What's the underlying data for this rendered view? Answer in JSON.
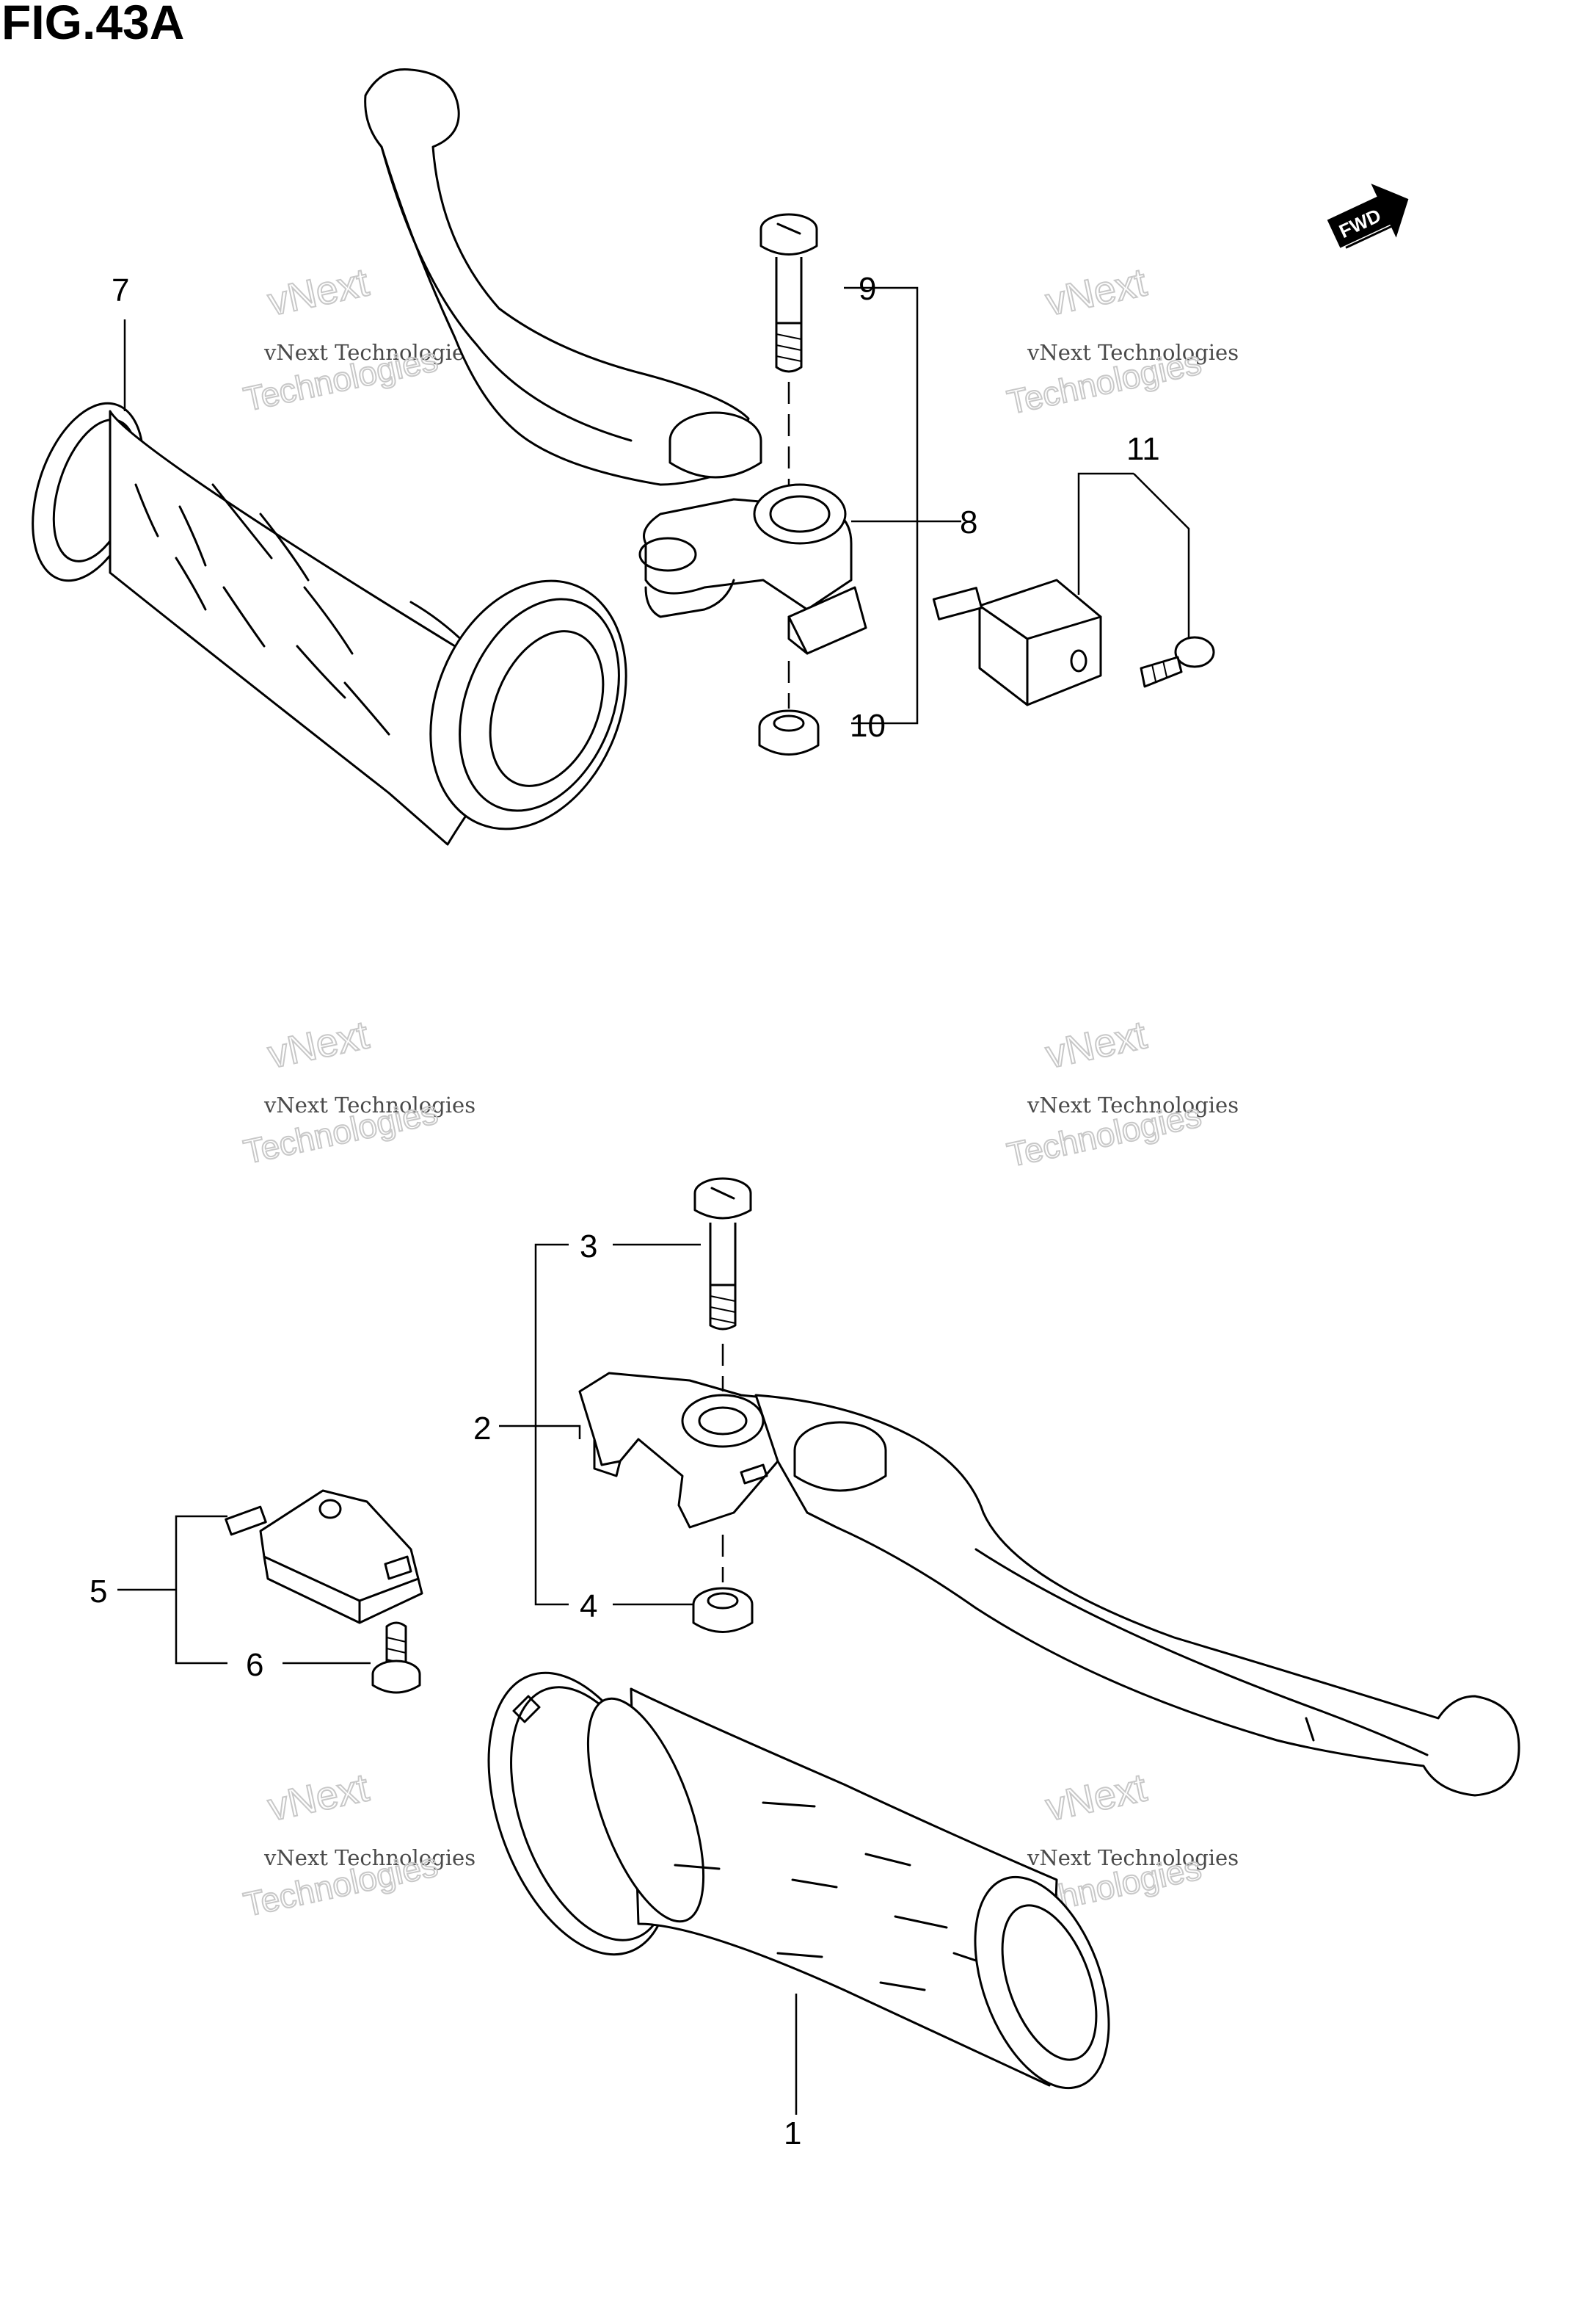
{
  "figure": {
    "title": "FIG.43A"
  },
  "direction_badge": {
    "label": "FWD"
  },
  "callouts": {
    "c1": "1",
    "c2": "2",
    "c3": "3",
    "c4": "4",
    "c5": "5",
    "c6": "6",
    "c7": "7",
    "c8": "8",
    "c9": "9",
    "c10": "10",
    "c11": "11"
  },
  "watermark": {
    "line_top": "vNext",
    "line_mid": "vNext Technologies",
    "line_bottom": "Technologies"
  }
}
